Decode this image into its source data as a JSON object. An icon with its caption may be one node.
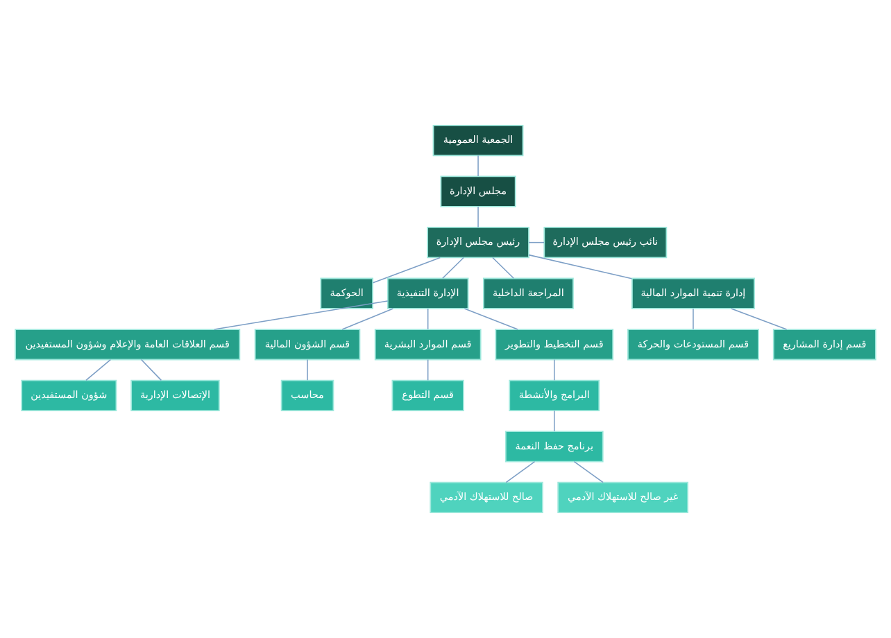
{
  "diagram": {
    "nodes": [
      {
        "text": [
          "الجمعية العمومية"
        ]
      },
      {
        "text": [
          "مجلس الإدارة"
        ]
      },
      {
        "text": [
          "رئيس مجلس الإدارة"
        ]
      },
      {
        "text": [
          "نائب رئيس مجلس الإدارة"
        ]
      },
      {
        "text": [
          "الحوكمة"
        ]
      },
      {
        "text": [
          "الإدارة التنفيذية"
        ]
      },
      {
        "text": [
          "المراجعة الداخلية"
        ]
      },
      {
        "text": [
          "إدارة تنمية الموارد المالية"
        ]
      },
      {
        "text": [
          "قسم المستودعات والحركة"
        ]
      },
      {
        "text": [
          "قسم إدارة المشاريع"
        ]
      },
      {
        "text": [
          "قسم العلاقات العامة والإعلام وشؤون المستفيدين"
        ]
      },
      {
        "text": [
          "قسم الشؤون المالية"
        ]
      },
      {
        "text": [
          "قسم الموارد البشرية"
        ]
      },
      {
        "text": [
          "قسم التخطيط والتطوير"
        ]
      },
      {
        "text": [
          "محاسب"
        ]
      },
      {
        "text": [
          "قسم التطوع"
        ]
      },
      {
        "text": [
          "البرامج والأنشطة"
        ]
      },
      {
        "text": [
          "برنامج حفظ النعمة"
        ]
      },
      {
        "text": [
          "صالح للاستهلاك الآدمي"
        ]
      },
      {
        "text": [
          "غير صالح للاستهلاك الآدمي"
        ]
      },
      {
        "text": [
          "شؤون المستفيدين"
        ]
      },
      {
        "text": [
          "الإتصالات الإدارية"
        ]
      }
    ],
    "edges": [
      {
        "from": 0,
        "to": 1,
        "arrow": "none"
      },
      {
        "from": 1,
        "to": 2,
        "arrow": "none"
      },
      {
        "from": 2,
        "to": 3,
        "arrow": "none"
      },
      {
        "from": 2,
        "to": 4,
        "arrow": "none"
      },
      {
        "from": 2,
        "to": 5,
        "arrow": "none"
      },
      {
        "from": 2,
        "to": 6,
        "arrow": "none"
      },
      {
        "from": 2,
        "to": 7,
        "arrow": "none"
      },
      {
        "from": 7,
        "to": 8,
        "arrow": "none"
      },
      {
        "from": 7,
        "to": 9,
        "arrow": "none"
      },
      {
        "from": 5,
        "to": 10,
        "arrow": "none"
      },
      {
        "from": 5,
        "to": 11,
        "arrow": "none"
      },
      {
        "from": 5,
        "to": 12,
        "arrow": "none"
      },
      {
        "from": 5,
        "to": 13,
        "arrow": "none"
      },
      {
        "from": 11,
        "to": 14,
        "arrow": "none"
      },
      {
        "from": 12,
        "to": 15,
        "arrow": "none"
      },
      {
        "from": 13,
        "to": 16,
        "arrow": "none"
      },
      {
        "from": 16,
        "to": 17,
        "arrow": "none"
      },
      {
        "from": 17,
        "to": 18,
        "arrow": "none"
      },
      {
        "from": 17,
        "to": 19,
        "arrow": "none"
      },
      {
        "from": 10,
        "to": 20,
        "arrow": "none"
      },
      {
        "from": 10,
        "to": 21,
        "arrow": "none"
      }
    ]
  }
}
